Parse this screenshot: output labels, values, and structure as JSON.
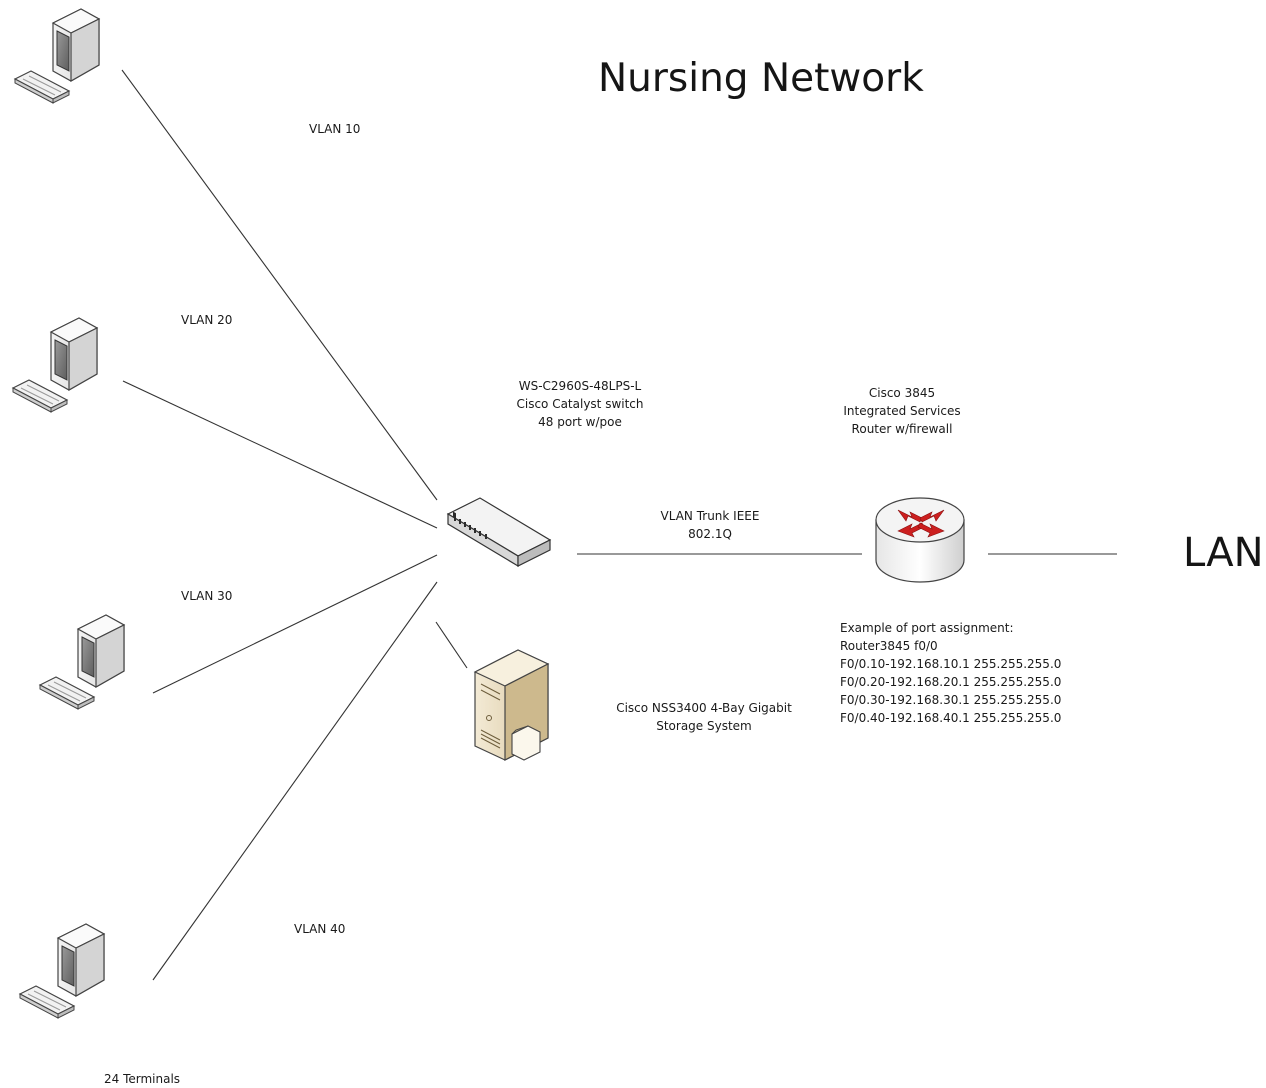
{
  "title": "Nursing Network",
  "vlans": [
    "VLAN 10",
    "VLAN 20",
    "VLAN 30",
    "VLAN 40"
  ],
  "terminals_label": "24 Terminals",
  "switch": {
    "model": "WS-C2960S-48LPS-L",
    "name": "Cisco Catalyst switch",
    "ports": "48 port w/poe"
  },
  "router": {
    "line1": "Cisco 3845",
    "line2": "Integrated Services",
    "line3": "Router w/firewall"
  },
  "trunk": {
    "line1": "VLAN Trunk IEEE",
    "line2": "802.1Q"
  },
  "storage": {
    "line1": "Cisco NSS3400 4-Bay Gigabit",
    "line2": "Storage System"
  },
  "port_assignment": [
    "Example of port assignment:",
    "Router3845 f0/0",
    "F0/0.10-192.168.10.1 255.255.255.0",
    "F0/0.20-192.168.20.1 255.255.255.0",
    "F0/0.30-192.168.30.1 255.255.255.0",
    "F0/0.40-192.168.40.1 255.255.255.0"
  ],
  "lan_label": "LAN",
  "colors": {
    "line": "#333333",
    "router_arrow": "#cc1f1f",
    "server": "#e9dcc0"
  },
  "icons": [
    "computer-icon",
    "switch-icon",
    "router-icon",
    "server-icon"
  ]
}
